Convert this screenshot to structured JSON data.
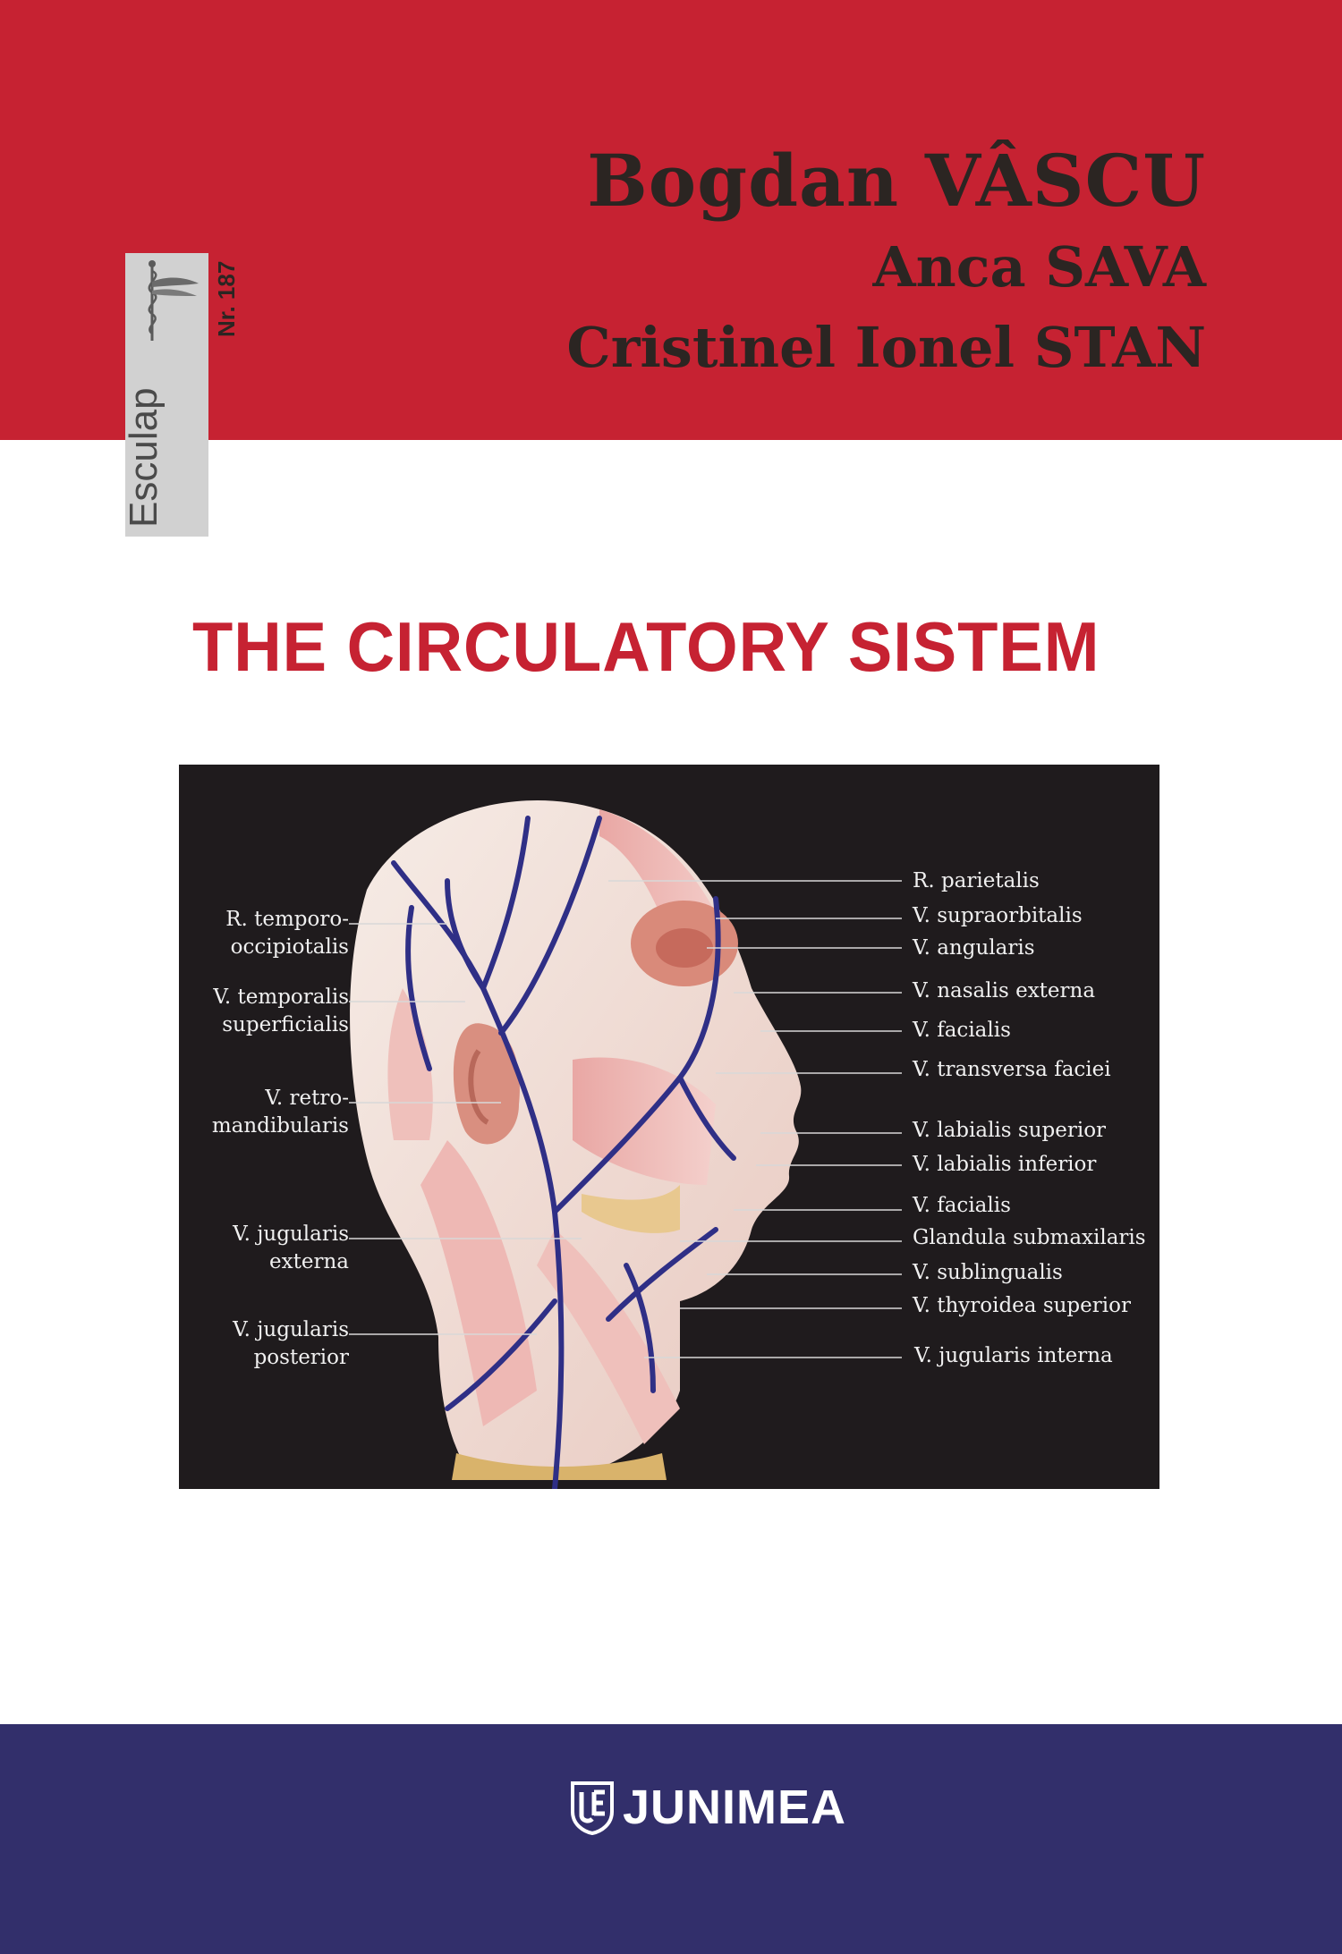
{
  "authors": {
    "primary": "Bogdan VÂSCU",
    "second": "Anca SAVA",
    "third": "Cristinel Ionel STAN"
  },
  "series": {
    "name": "Esculap",
    "number": "Nr. 187",
    "icon": "caduceus-icon"
  },
  "book": {
    "title": "THE CIRCULATORY SISTEM"
  },
  "illustration": {
    "labels_left": [
      "R. temporo-\noccipiotalis",
      "V. temporalis\nsuperficialis",
      "V. retro-\nmandibularis",
      "V. jugularis\nexterna",
      "V. jugularis\nposterior"
    ],
    "labels_right": [
      "R. parietalis",
      "V. supraorbitalis",
      "V. angularis",
      "V. nasalis externa",
      "V. facialis",
      "V. transversa faciei",
      "V. labialis superior",
      "V. labialis inferior",
      "V. facialis",
      "Glandula submaxilaris",
      "V. sublingualis",
      "V. thyroidea superior",
      "V. jugularis interna"
    ]
  },
  "publisher": {
    "name": "JUNIMEA",
    "icon": "junimea-logo-icon"
  },
  "colors": {
    "top_band": "#c62232",
    "bottom_band": "#322f6b",
    "title": "#c62232",
    "figure_background": "#1f1b1d"
  }
}
